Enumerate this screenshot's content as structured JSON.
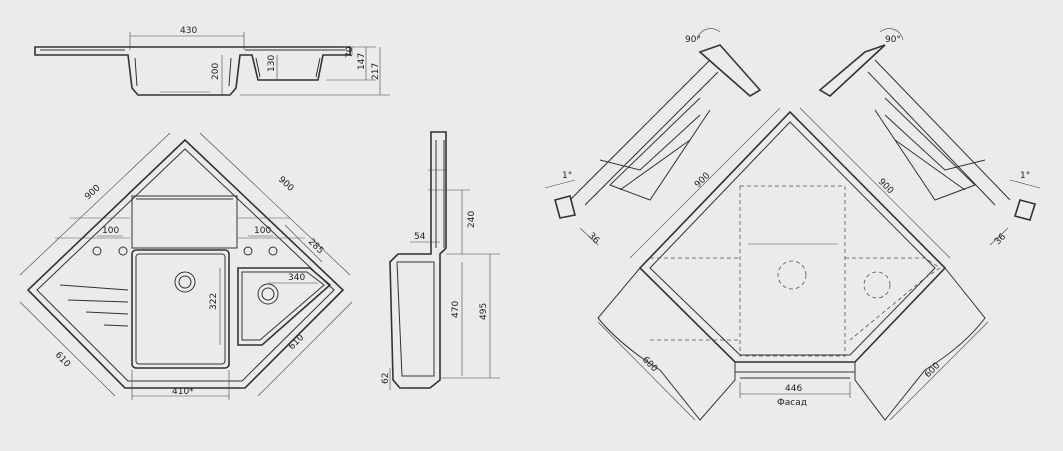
{
  "top_view": {
    "d430": "430",
    "d200": "200",
    "d130": "130",
    "d70": "70",
    "d147": "147",
    "d217": "217"
  },
  "plan_view": {
    "d900a": "900",
    "d900b": "900",
    "d610a": "610",
    "d610b": "610",
    "d100a": "100",
    "d100b": "100",
    "d285": "285",
    "d322": "322",
    "d340": "340",
    "d410": "410*"
  },
  "section_view": {
    "d54": "54",
    "d240": "240",
    "d470": "470",
    "d495": "495",
    "d62": "62"
  },
  "install_view": {
    "ang90a": "90°",
    "ang90b": "90°",
    "ang1a": "1°",
    "ang1b": "1°",
    "d36a": "36",
    "d36b": "36",
    "d900a": "900",
    "d900b": "900",
    "d600a": "600",
    "d600b": "600",
    "d446": "446",
    "facade": "Фасад"
  },
  "colors": {
    "background": "#ebebeb",
    "line": "#333333"
  }
}
